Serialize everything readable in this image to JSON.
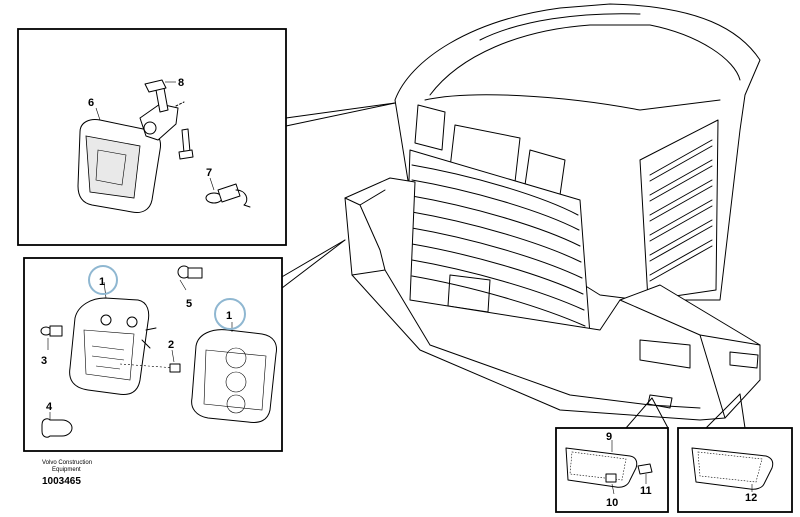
{
  "callouts": {
    "c1a": "1",
    "c1b": "1",
    "c2": "2",
    "c3": "3",
    "c4": "4",
    "c5": "5",
    "c6": "6",
    "c7": "7",
    "c8": "8",
    "c9": "9",
    "c10": "10",
    "c11": "11",
    "c12": "12"
  },
  "footer": {
    "brand_line1": "Volvo Construction",
    "brand_line2": "Equipment",
    "document_number": "1003465"
  },
  "colors": {
    "highlight_ring": "#8fb7d1",
    "line": "#000000"
  }
}
